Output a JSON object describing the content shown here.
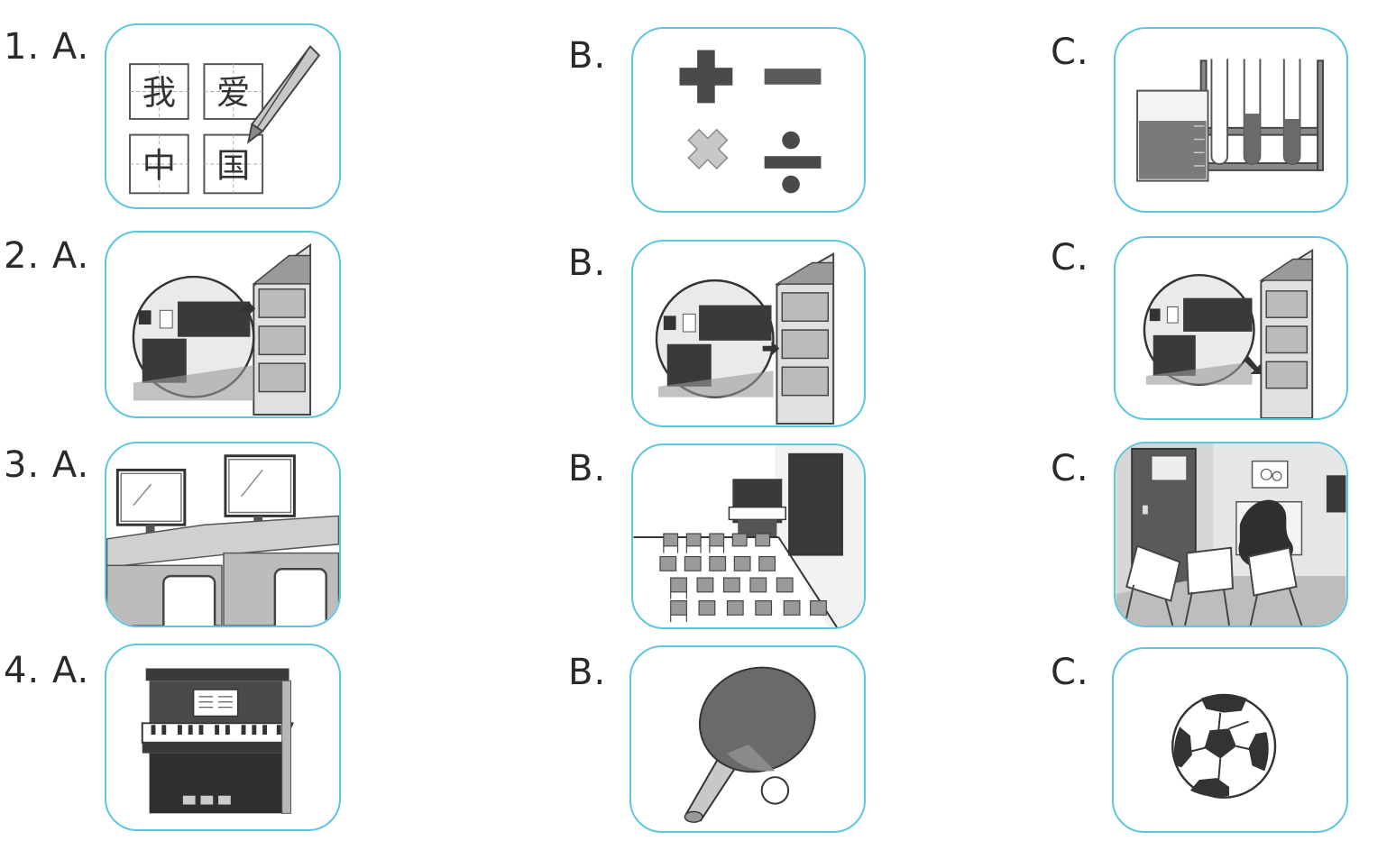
{
  "questions": [
    {
      "number_label": "1. A.",
      "b_label": "B.",
      "c_label": "C.",
      "options": {
        "a": {
          "icon": "chinese-writing-icon",
          "characters": [
            "我",
            "爱",
            "中",
            "国"
          ]
        },
        "b": {
          "icon": "math-symbols-icon"
        },
        "c": {
          "icon": "science-lab-icon"
        }
      }
    },
    {
      "number_label": "2. A.",
      "b_label": "B.",
      "c_label": "C.",
      "options": {
        "a": {
          "icon": "classroom-top-floor-icon"
        },
        "b": {
          "icon": "classroom-second-floor-icon"
        },
        "c": {
          "icon": "classroom-first-floor-icon"
        }
      }
    },
    {
      "number_label": "3. A.",
      "b_label": "B.",
      "c_label": "C.",
      "options": {
        "a": {
          "icon": "computer-room-icon"
        },
        "b": {
          "icon": "music-room-icon"
        },
        "c": {
          "icon": "art-room-icon"
        }
      }
    },
    {
      "number_label": "4. A.",
      "b_label": "B.",
      "c_label": "C.",
      "options": {
        "a": {
          "icon": "piano-icon"
        },
        "b": {
          "icon": "ping-pong-icon"
        },
        "c": {
          "icon": "soccer-ball-icon"
        }
      }
    }
  ],
  "colors": {
    "card_border": "#5cc7dc",
    "ink": "#2a2a2a",
    "gray_dark": "#555555",
    "gray_mid": "#8a8a8a",
    "gray_light": "#c8c8c8"
  }
}
